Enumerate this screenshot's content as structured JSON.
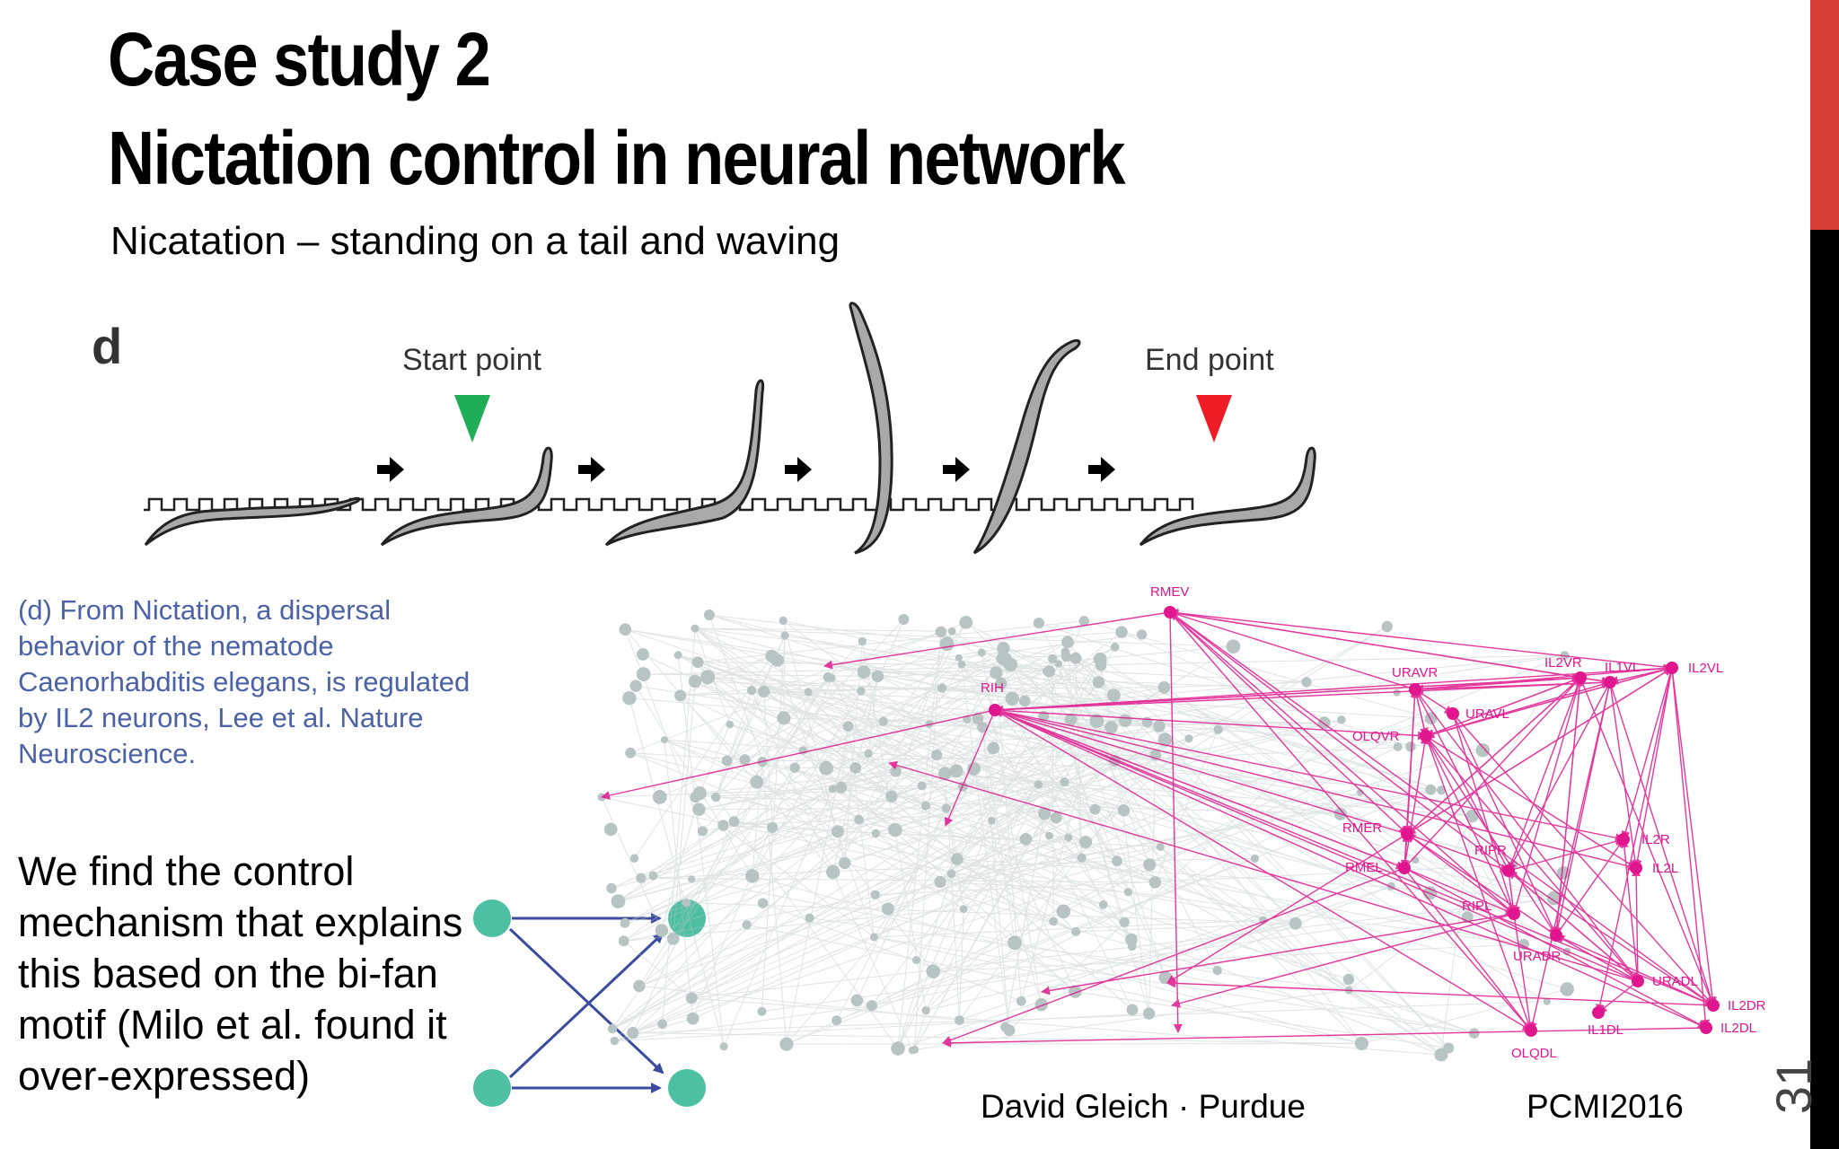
{
  "slide": {
    "title_line1": "Case study 2",
    "title_line2": "Nictation control in neural network",
    "subtitle": "Nicatation – standing on a tail and waving",
    "page_number": "31",
    "accent_color": "#d9403a"
  },
  "figure_d": {
    "panel_label": "d",
    "start_label": "Start point",
    "end_label": "End point",
    "start_marker_color": "#1fae57",
    "end_marker_color": "#ee1c24"
  },
  "caption": {
    "lines": [
      "(d) From Nictation, a dispersal",
      "behavior of the nematode",
      "Caenorhabditis elegans, is regulated",
      "by IL2 neurons, Lee et al. Nature",
      "Neuroscience."
    ],
    "color": "#4b63a6"
  },
  "body": {
    "lines": [
      "We find the control",
      "mechanism that explains",
      "this based on the bi-fan",
      "motif (Milo et al. found it",
      "over-expressed)"
    ]
  },
  "motif": {
    "node_color": "#4dc0a3",
    "edge_color": "#3a4ba0"
  },
  "network": {
    "highlight_color": "#e0168e",
    "background_color": "#b8c4c4",
    "labels": [
      "RMEV",
      "RIH",
      "URAVR",
      "URAVL",
      "OLQVR",
      "IL2VR",
      "IL1VL",
      "IL2VL",
      "RMER",
      "RMEL",
      "RIPR",
      "RIPL",
      "IL2R",
      "IL2L",
      "URADR",
      "URADL",
      "IL2DR",
      "IL2DL",
      "IL1DL",
      "OLQDL"
    ]
  },
  "footer": {
    "author": "David Gleich · Purdue",
    "conference": "PCMI2016"
  }
}
